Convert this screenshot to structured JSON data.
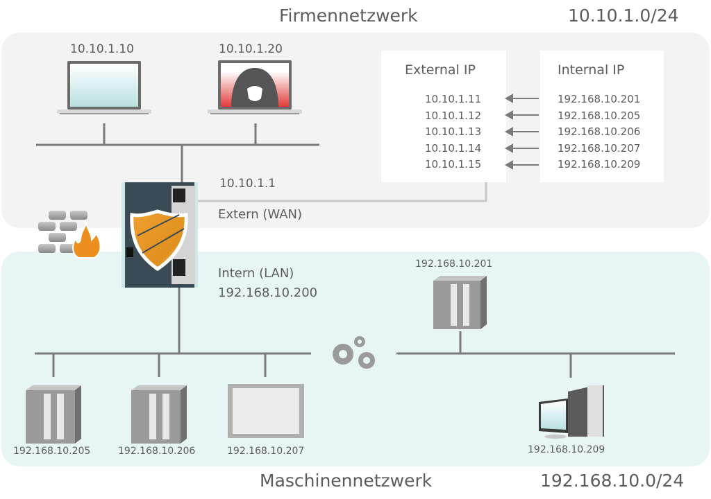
{
  "diagram": {
    "top_zone": {
      "name": "Firmennetzwerk",
      "subnet": "10.10.1.0/24",
      "devices": [
        {
          "type": "laptop",
          "ip": "10.10.1.10"
        },
        {
          "type": "laptop-attacker",
          "ip": "10.10.1.20"
        }
      ]
    },
    "bottom_zone": {
      "name": "Maschinennetzwerk",
      "subnet": "192.168.10.0/24",
      "devices": [
        {
          "type": "plc",
          "ip": "192.168.10.205"
        },
        {
          "type": "plc",
          "ip": "192.168.10.206"
        },
        {
          "type": "hmi-panel",
          "ip": "192.168.10.207"
        },
        {
          "type": "plc",
          "ip": "192.168.10.201"
        },
        {
          "type": "desktop-pc",
          "ip": "192.168.10.209"
        }
      ]
    },
    "router": {
      "wan_ip": "10.10.1.1",
      "wan_label": "Extern (WAN)",
      "lan_label": "Intern (LAN)",
      "lan_ip": "192.168.10.200"
    },
    "nat_table": {
      "external_header": "External IP",
      "internal_header": "Internal IP",
      "rows": [
        {
          "external": "10.10.1.11",
          "internal": "192.168.10.201"
        },
        {
          "external": "10.10.1.12",
          "internal": "192.168.10.205"
        },
        {
          "external": "10.10.1.13",
          "internal": "192.168.10.206"
        },
        {
          "external": "10.10.1.14",
          "internal": "192.168.10.207"
        },
        {
          "external": "10.10.1.15",
          "internal": "192.168.10.209"
        }
      ]
    },
    "icons": [
      "firewall-icon",
      "shield-icon",
      "gears-icon"
    ],
    "colors": {
      "top_zone_bg": "#f3f3f3",
      "bottom_zone_bg": "#e8f5f5",
      "line": "#7a7a7a",
      "shield": "#e8962a",
      "attacker_screen": "#e84040",
      "screen": "#bfe4e4"
    }
  }
}
